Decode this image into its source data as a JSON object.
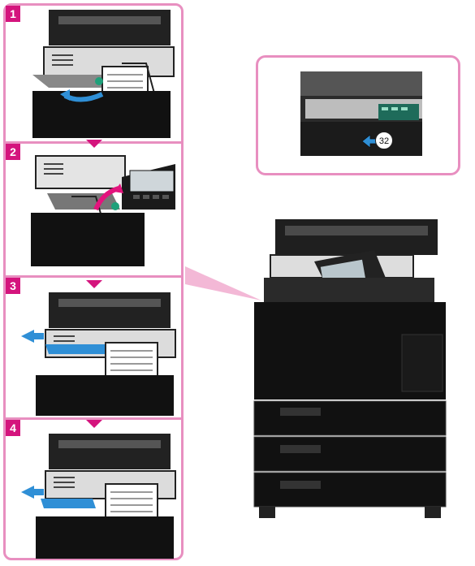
{
  "steps": [
    {
      "number": "1"
    },
    {
      "number": "2"
    },
    {
      "number": "3"
    },
    {
      "number": "4"
    }
  ],
  "callout": {
    "reference_number": "32",
    "reference_icon": "hand-pointer-arrow-icon"
  },
  "colors": {
    "frame": "#e88fc0",
    "badge": "#d4147d",
    "highlight": "#2f8fd6",
    "lever": "#1fa07a"
  }
}
